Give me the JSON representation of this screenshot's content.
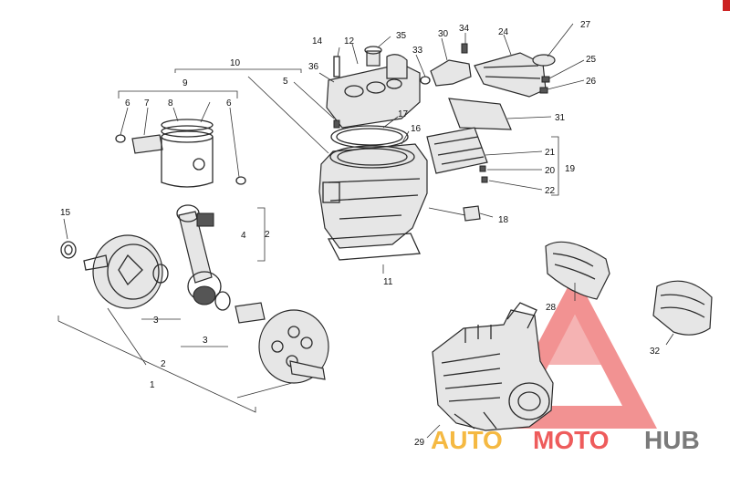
{
  "callouts": [
    {
      "id": "c1",
      "text": "1"
    },
    {
      "id": "c2a",
      "text": "2"
    },
    {
      "id": "c2b",
      "text": "2"
    },
    {
      "id": "c3a",
      "text": "3"
    },
    {
      "id": "c3b",
      "text": "3"
    },
    {
      "id": "c4",
      "text": "4"
    },
    {
      "id": "c5",
      "text": "5"
    },
    {
      "id": "c6a",
      "text": "6"
    },
    {
      "id": "c6b",
      "text": "6"
    },
    {
      "id": "c7",
      "text": "7"
    },
    {
      "id": "c8",
      "text": "8"
    },
    {
      "id": "c9",
      "text": "9"
    },
    {
      "id": "c10",
      "text": "10"
    },
    {
      "id": "c11",
      "text": "11"
    },
    {
      "id": "c12",
      "text": "12"
    },
    {
      "id": "c14",
      "text": "14"
    },
    {
      "id": "c15",
      "text": "15"
    },
    {
      "id": "c16",
      "text": "16"
    },
    {
      "id": "c17",
      "text": "17"
    },
    {
      "id": "c18",
      "text": "18"
    },
    {
      "id": "c19",
      "text": "19"
    },
    {
      "id": "c20",
      "text": "20"
    },
    {
      "id": "c21",
      "text": "21"
    },
    {
      "id": "c22",
      "text": "22"
    },
    {
      "id": "c24",
      "text": "24"
    },
    {
      "id": "c25",
      "text": "25"
    },
    {
      "id": "c26",
      "text": "26"
    },
    {
      "id": "c27",
      "text": "27"
    },
    {
      "id": "c28",
      "text": "28"
    },
    {
      "id": "c29",
      "text": "29"
    },
    {
      "id": "c30",
      "text": "30"
    },
    {
      "id": "c31",
      "text": "31"
    },
    {
      "id": "c32",
      "text": "32"
    },
    {
      "id": "c33",
      "text": "33"
    },
    {
      "id": "c34",
      "text": "34"
    },
    {
      "id": "c35",
      "text": "35"
    },
    {
      "id": "c36",
      "text": "36"
    }
  ],
  "watermark": {
    "part1": "AUTO",
    "part2": "MOTO",
    "part3": "HUB",
    "color_auto": "#f5b942",
    "color_moto": "#ee5c5c",
    "color_hub": "#7a7a7a",
    "triangle_color": "#f08080"
  }
}
